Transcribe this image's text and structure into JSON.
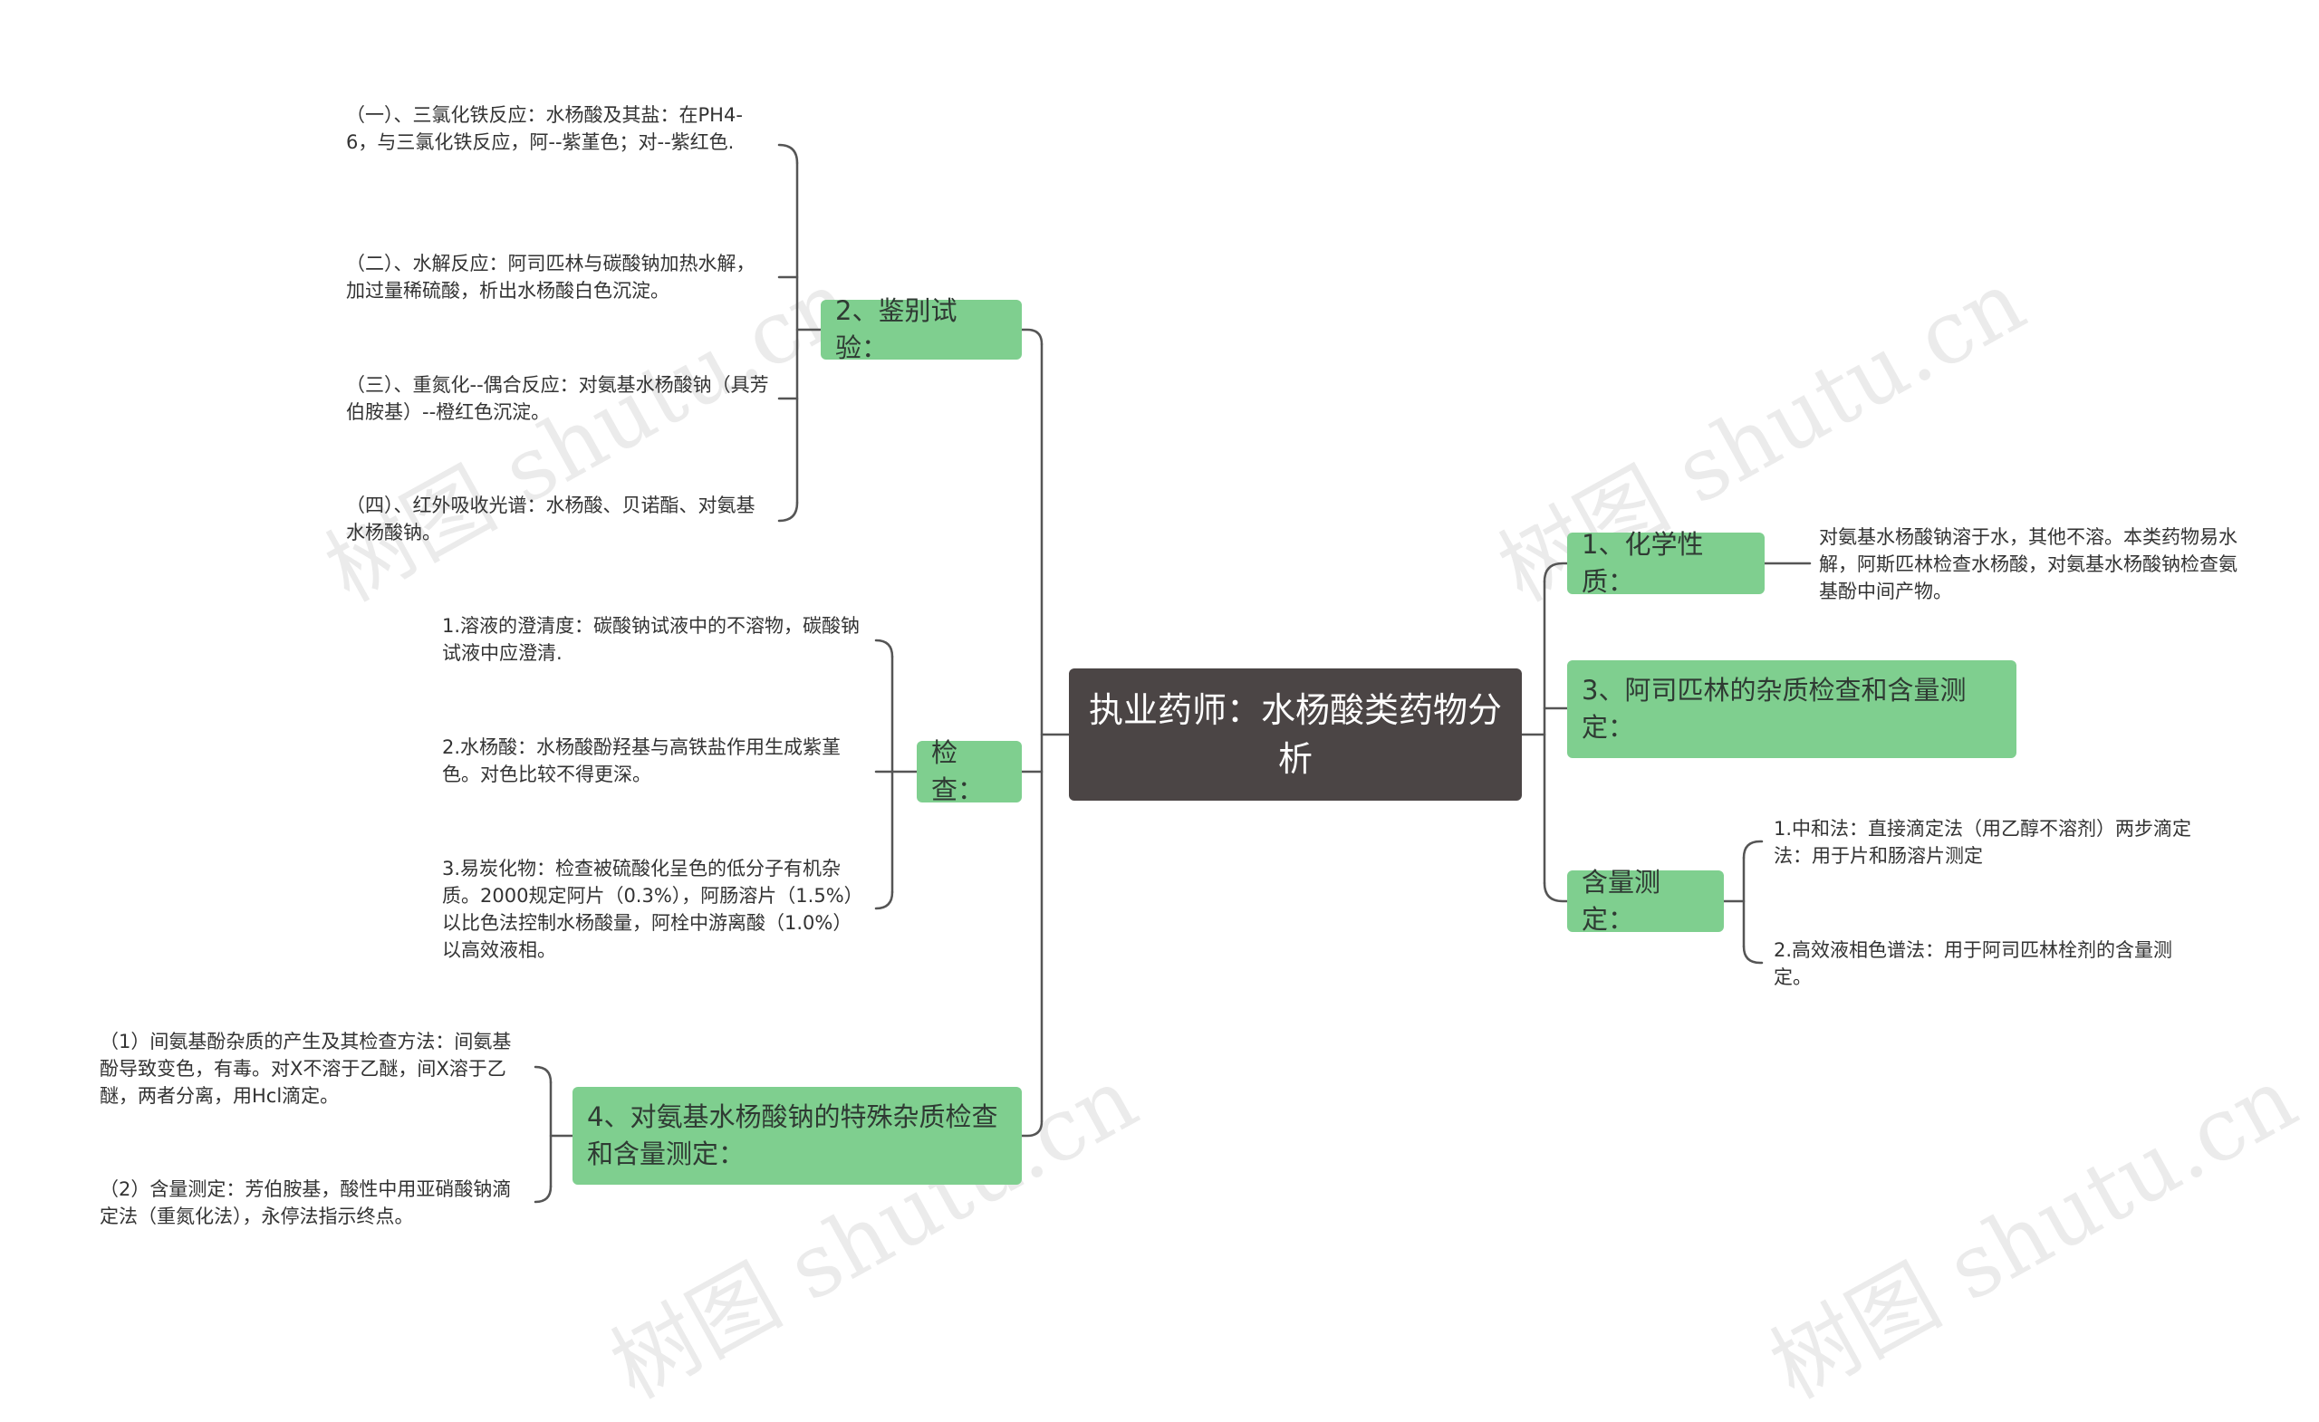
{
  "root": {
    "title": "执业药师：水杨酸类药物分析"
  },
  "left": {
    "identification": {
      "label": "2、鉴别试验：",
      "items": [
        "（一）、三氯化铁反应：水杨酸及其盐：在PH4-6，与三氯化铁反应，阿--紫堇色；对--紫红色.",
        "（二）、水解反应：阿司匹林与碳酸钠加热水解，加过量稀硫酸，析出水杨酸白色沉淀。",
        "（三）、重氮化--偶合反应：对氨基水杨酸钠（具芳伯胺基）--橙红色沉淀。",
        "（四）、红外吸收光谱：水杨酸、贝诺酯、对氨基水杨酸钠。"
      ]
    },
    "inspection": {
      "label": "检查：",
      "items": [
        "1.溶液的澄清度：碳酸钠试液中的不溶物，碳酸钠试液中应澄清.",
        "2.水杨酸：水杨酸酚羟基与高铁盐作用生成紫堇色。对色比较不得更深。",
        "3.易炭化物：检查被硫酸化呈色的低分子有机杂质。2000规定阿片（0.3%），阿肠溶片（1.5%）以比色法控制水杨酸量，阿栓中游离酸（1.0%）以高效液相。"
      ]
    },
    "special_impurity": {
      "label": "4、对氨基水杨酸钠的特殊杂质检查和含量测定：",
      "items": [
        "（1）间氨基酚杂质的产生及其检查方法：间氨基酚导致变色，有毒。对X不溶于乙醚，间X溶于乙醚，两者分离，用Hcl滴定。",
        "（2）含量测定：芳伯胺基，酸性中用亚硝酸钠滴定法（重氮化法），永停法指示终点。"
      ]
    }
  },
  "right": {
    "chemical": {
      "label": "1、化学性质：",
      "items": [
        "对氨基水杨酸钠溶于水，其他不溶。本类药物易水解，阿斯匹林检查水杨酸，对氨基水杨酸钠检查氨基酚中间产物。"
      ]
    },
    "aspirin": {
      "label": "3、阿司匹林的杂质检查和含量测定："
    },
    "assay": {
      "label": "含量测定：",
      "items": [
        "1.中和法：直接滴定法（用乙醇不溶剂）两步滴定法：用于片和肠溶片测定",
        "2.高效液相色谱法：用于阿司匹林栓剂的含量测定。"
      ]
    }
  },
  "watermark": {
    "text": "树图 shutu.cn"
  },
  "colors": {
    "root_bg": "#4b4545",
    "branch_bg": "#7fcf8f",
    "connector": "#555555"
  }
}
